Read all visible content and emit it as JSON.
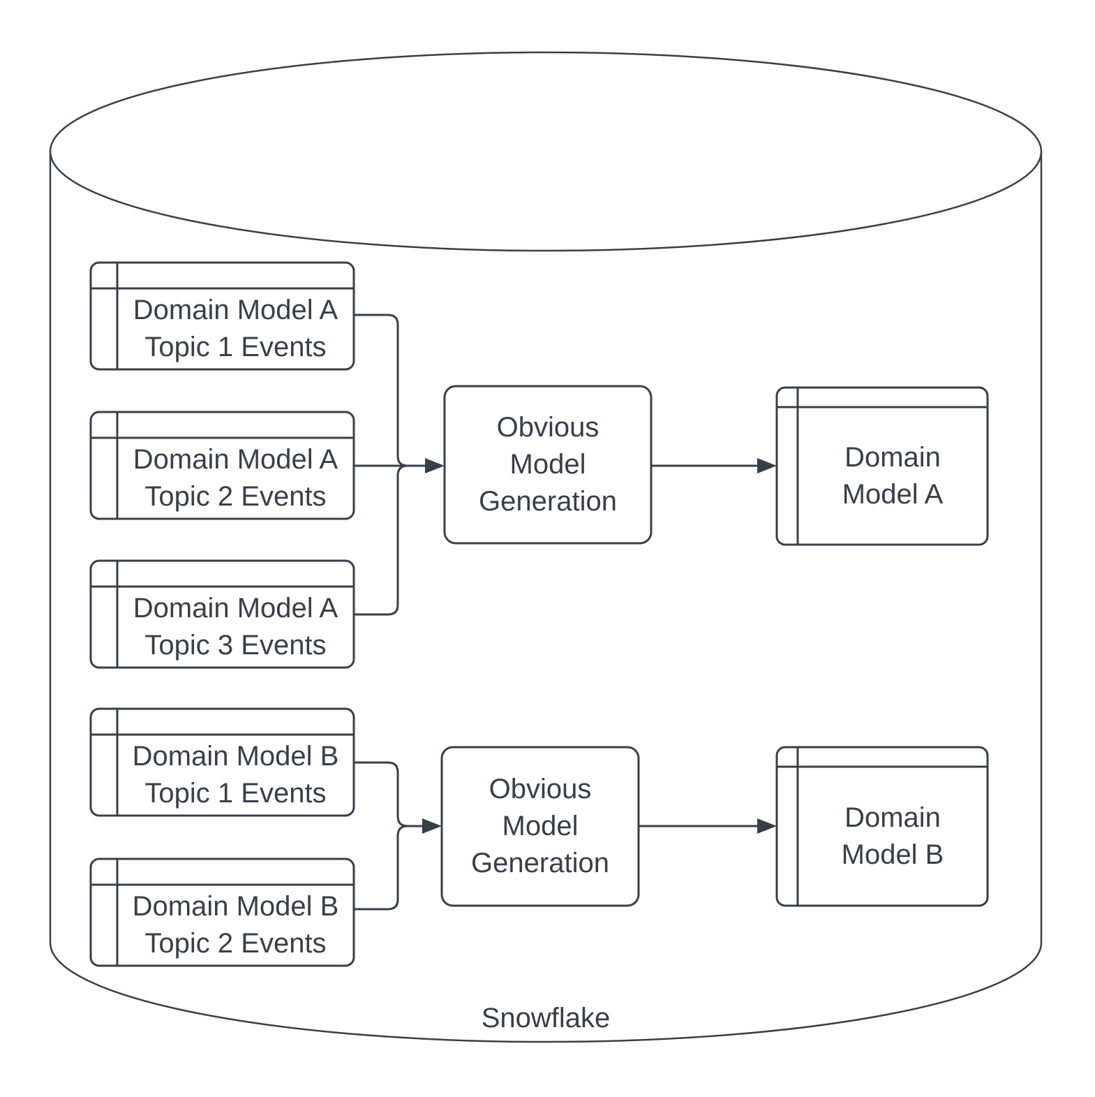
{
  "colors": {
    "stroke": "#373f4a",
    "text": "#373f4a",
    "background": "#ffffff"
  },
  "cylinder": {
    "label": "Snowflake"
  },
  "group_a": {
    "sources": [
      {
        "label": "Domain Model A\nTopic 1 Events"
      },
      {
        "label": "Domain Model A\nTopic 2 Events"
      },
      {
        "label": "Domain Model A\nTopic 3 Events"
      }
    ],
    "process": {
      "label": "Obvious\nModel\nGeneration"
    },
    "output": {
      "label": "Domain\nModel A"
    }
  },
  "group_b": {
    "sources": [
      {
        "label": "Domain Model B\nTopic 1 Events"
      },
      {
        "label": "Domain Model B\nTopic 2 Events"
      }
    ],
    "process": {
      "label": "Obvious\nModel\nGeneration"
    },
    "output": {
      "label": "Domain\nModel B"
    }
  }
}
